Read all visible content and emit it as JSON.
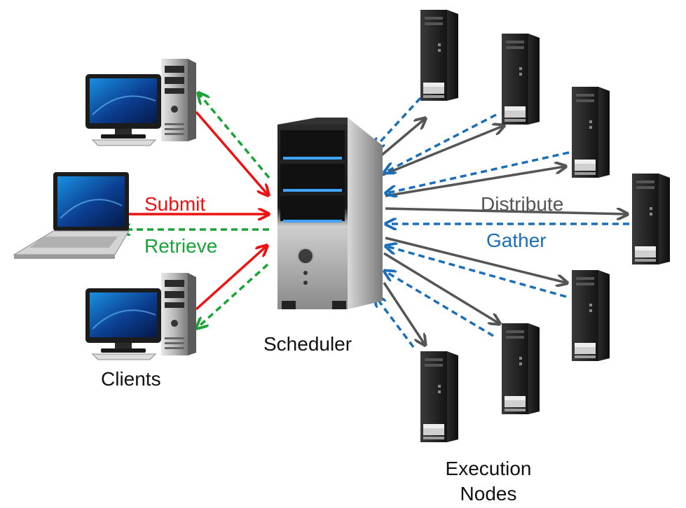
{
  "labels": {
    "submit": "Submit",
    "retrieve": "Retrieve",
    "distribute": "Distribute",
    "gather": "Gather",
    "scheduler": "Scheduler",
    "clients": "Clients",
    "execution_line1": "Execution",
    "execution_line2": "Nodes"
  },
  "colors": {
    "submit": "#ee1111",
    "retrieve": "#1aa337",
    "distribute": "#555555",
    "gather": "#1a6fb8",
    "text": "#111111"
  },
  "icons": {
    "client_desktop": "desktop-computer-icon",
    "client_laptop": "laptop-icon",
    "scheduler": "server-tower-icon",
    "execution_node": "tower-server-icon"
  }
}
